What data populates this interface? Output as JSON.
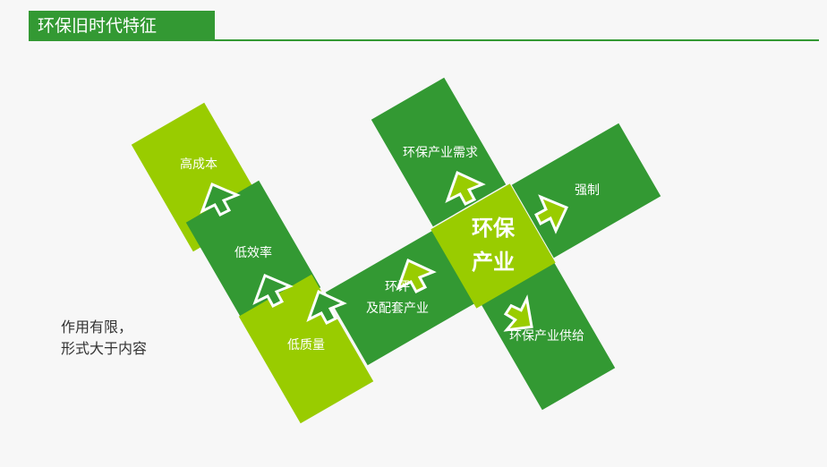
{
  "header": {
    "title": "环保旧时代特征"
  },
  "side_note": {
    "line1": "作用有限，",
    "line2": "形式大于内容"
  },
  "diagram": {
    "left_chain": [
      "高成本",
      "低效率",
      "低质量"
    ],
    "center": {
      "line1": "环保",
      "line2": "产业"
    },
    "branches": {
      "eia_line1": "环评",
      "eia_line2": "及配套产业",
      "demand": "环保产业需求",
      "mandatory": "强制",
      "supply": "环保产业供给"
    }
  },
  "colors": {
    "dark_green": "#339933",
    "light_green": "#99cc00"
  }
}
